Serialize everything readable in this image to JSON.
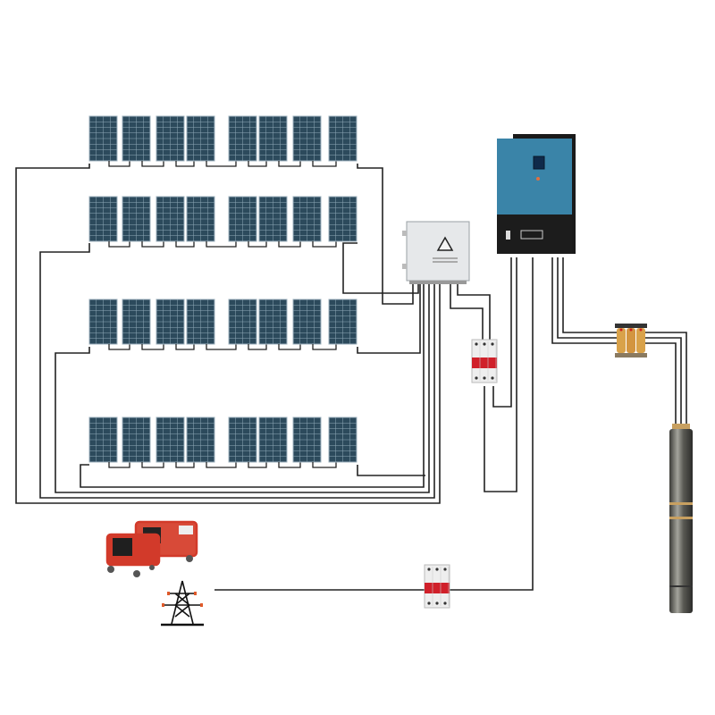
{
  "diagram": {
    "type": "solar-pump-system-wiring",
    "components": [
      {
        "id": "pv-array",
        "icon": "solar-panel-icon",
        "rows": 4,
        "panels_per_row": 8
      },
      {
        "id": "combiner-box",
        "icon": "combiner-box-icon"
      },
      {
        "id": "pump-inverter",
        "icon": "inverter-icon"
      },
      {
        "id": "dc-breaker",
        "icon": "circuit-breaker-icon"
      },
      {
        "id": "ac-breaker",
        "icon": "circuit-breaker-icon"
      },
      {
        "id": "output-reactor",
        "icon": "reactor-icon"
      },
      {
        "id": "submersible-pump",
        "icon": "pump-icon"
      },
      {
        "id": "generators",
        "icon": "generator-icon"
      },
      {
        "id": "grid-tower",
        "icon": "power-tower-icon"
      }
    ]
  },
  "colors": {
    "panel": "#2c4a5c",
    "panel_grid": "#8fa9b8",
    "wire": "#222222",
    "inverter_blue": "#3a84a8",
    "inverter_black": "#1c1c1c",
    "breaker_red": "#d0202a",
    "generator_red": "#d23a2a",
    "reactor_copper": "#d9a24a",
    "pump_steel": "#6e6e6a"
  }
}
